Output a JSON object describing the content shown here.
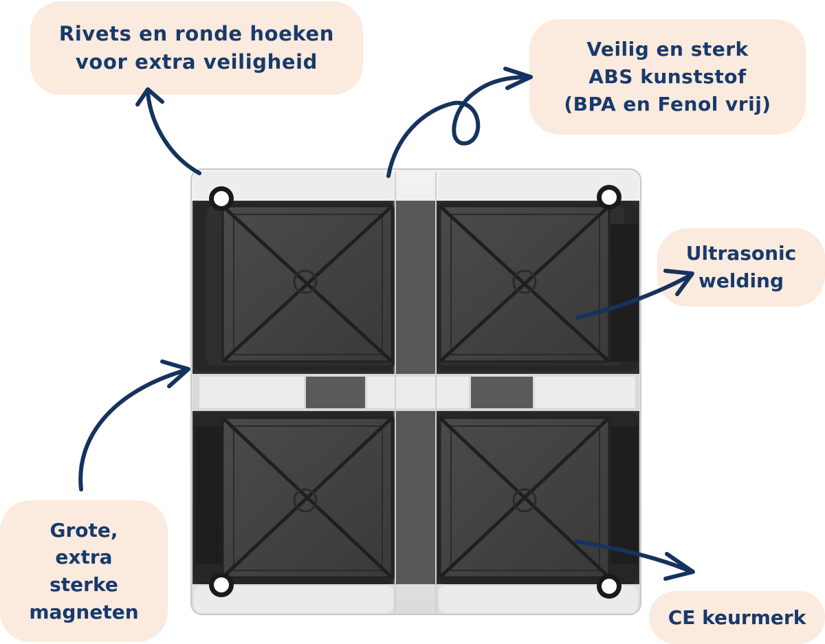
{
  "callouts": {
    "rivets": "Rivets en ronde hoeken\nvoor extra veiligheid",
    "abs": "Veilig en sterk\nABS kunststof\n(BPA en Fenol vrij)",
    "ultrasonic": "Ultrasonic\nwelding",
    "magnets": "Grote,\nextra\nsterke\nmagneten",
    "ce": "CE keurmerk"
  },
  "colors": {
    "callout_bg": "#fbeade",
    "text_navy": "#173a6b",
    "arrow_navy": "#15335e",
    "tile_dark": "#3f3f3f",
    "frame_clear": "#e8e8e8"
  },
  "icons": {
    "arrows": "curved-arrow-icon",
    "holes": "rivet-hole-icon"
  }
}
